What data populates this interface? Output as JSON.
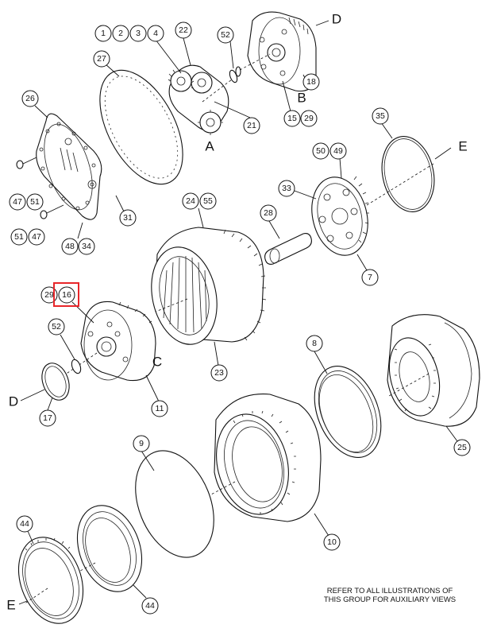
{
  "callouts": {
    "c1": "1",
    "c2": "2",
    "c3": "3",
    "c4": "4",
    "c22": "22",
    "c52a": "52",
    "c27": "27",
    "c26": "26",
    "c21": "21",
    "c18": "18",
    "c15": "15",
    "c29a": "29",
    "c35": "35",
    "c47a": "47",
    "c51a": "51",
    "c31": "31",
    "c51b": "51",
    "c47b": "47",
    "c48": "48",
    "c34": "34",
    "c24": "24",
    "c55": "55",
    "c50": "50",
    "c49": "49",
    "c33": "33",
    "c28": "28",
    "c7": "7",
    "c29b": "29",
    "c16": "16",
    "c52b": "52",
    "c8": "8",
    "c23": "23",
    "c11": "11",
    "c17": "17",
    "c25": "25",
    "c9": "9",
    "c10": "10",
    "c44a": "44",
    "c44b": "44"
  },
  "letters": {
    "A": "A",
    "B": "B",
    "C": "C",
    "D_top": "D",
    "D_left": "D",
    "E_right": "E",
    "E_bottom": "E"
  },
  "highlight": {
    "target": "16",
    "color": "#e8262a"
  },
  "note": {
    "line1": "REFER TO ALL ILLUSTRATIONS OF",
    "line2": "THIS GROUP FOR AUXILIARY VIEWS"
  }
}
